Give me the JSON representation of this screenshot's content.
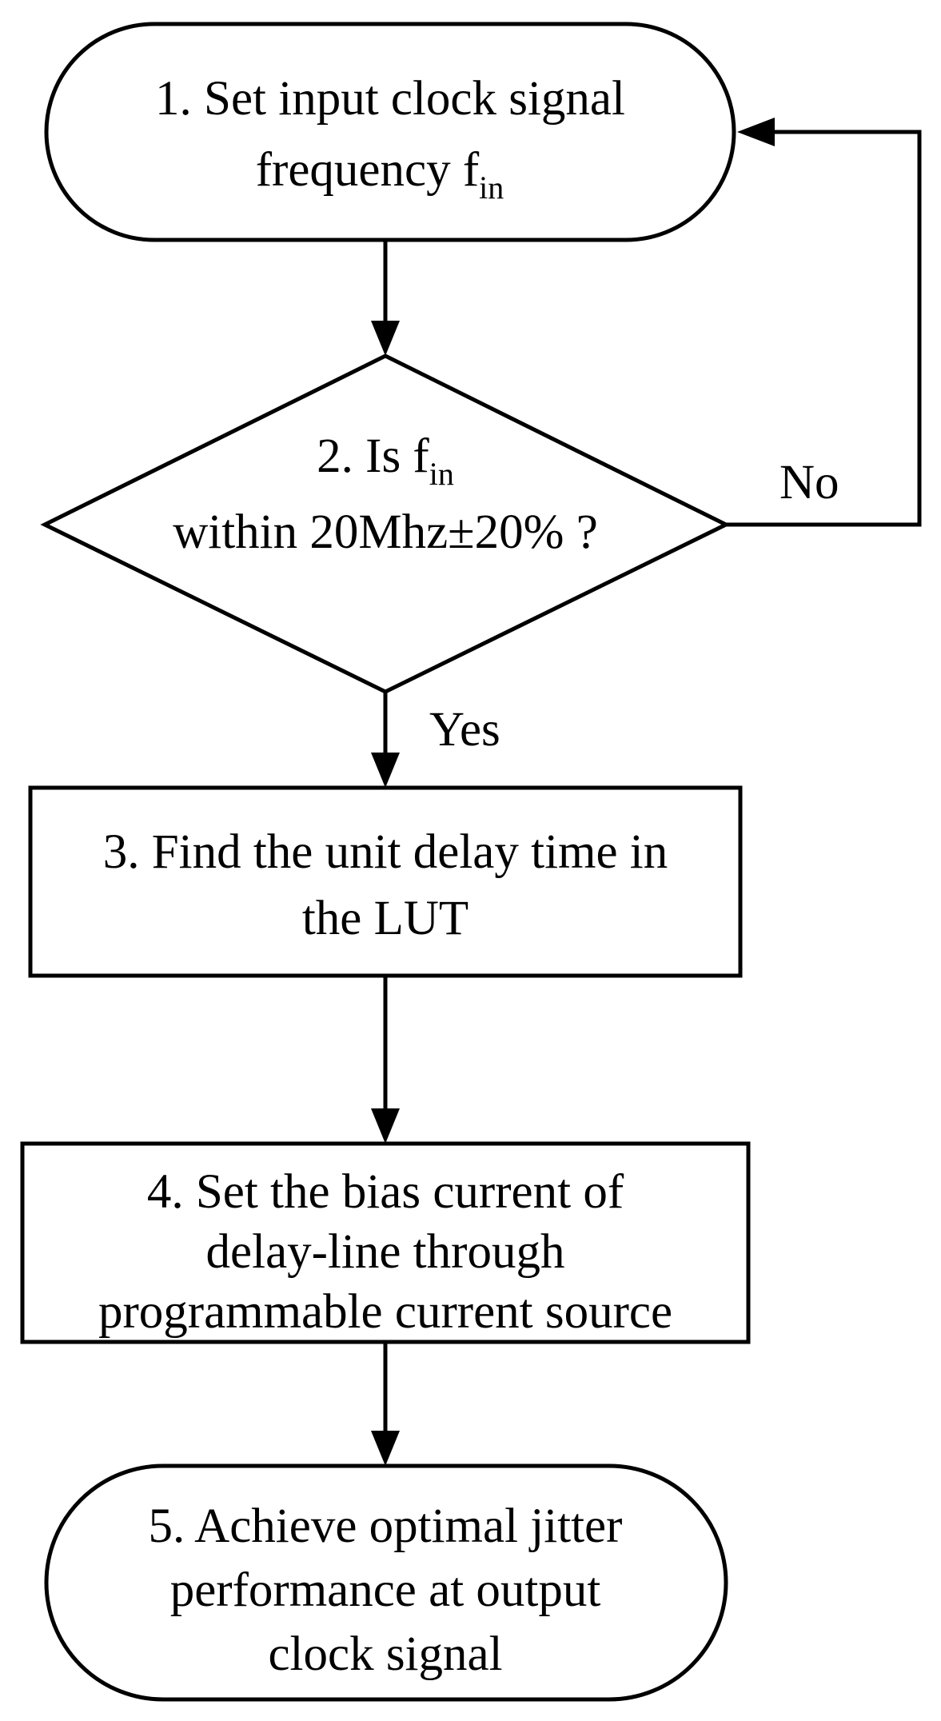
{
  "steps": {
    "step1": {
      "line1": "1. Set input clock signal",
      "line2_main": "frequency f",
      "line2_sub": "in"
    },
    "step2": {
      "line1_main": "2. Is f",
      "line1_sub": "in",
      "line2": "within 20Mhz±20% ?"
    },
    "step3": {
      "line1": "3. Find the unit delay time in",
      "line2": "the LUT"
    },
    "step4": {
      "line1": "4. Set the bias current of",
      "line2": "delay-line through",
      "line3": "programmable current source"
    },
    "step5": {
      "line1": "5. Achieve optimal jitter",
      "line2": "performance at output",
      "line3": "clock signal"
    }
  },
  "edges": {
    "no": "No",
    "yes": "Yes"
  }
}
